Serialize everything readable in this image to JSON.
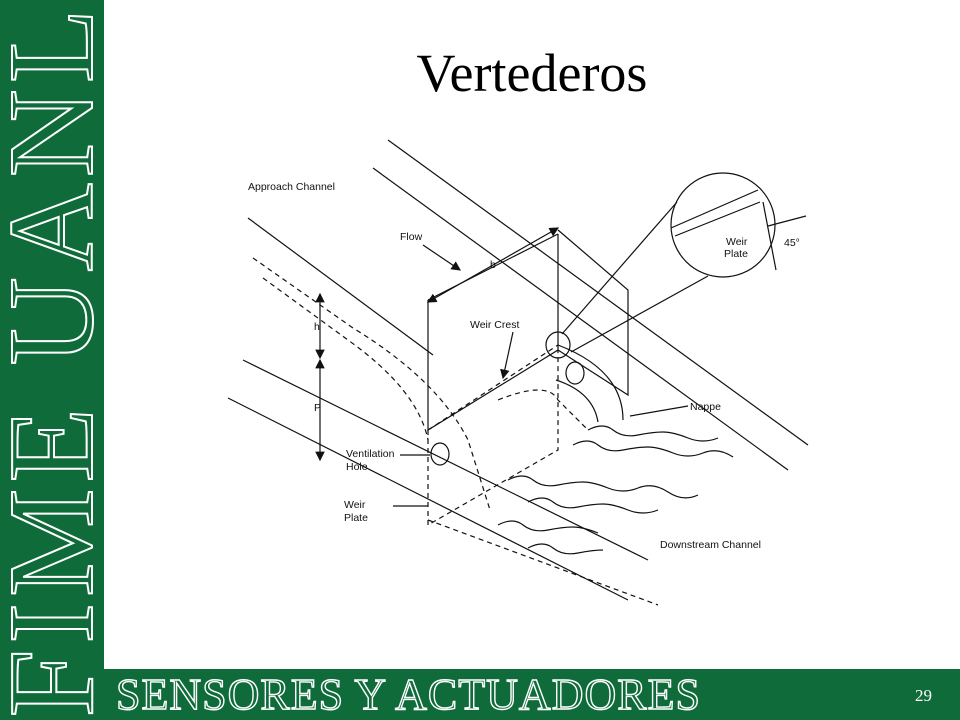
{
  "slide": {
    "title": "Vertederos",
    "footer_title": "SENSORES Y ACTUADORES",
    "side_logo": "FIME UANL",
    "page_number": "29"
  },
  "colors": {
    "brand_green": "#0f6b3a",
    "text": "#000000"
  },
  "diagram": {
    "labels": {
      "approach_channel": "Approach Channel",
      "flow": "Flow",
      "b": "b",
      "weir_crest": "Weir Crest",
      "weir_plate_detail_line1": "Weir",
      "weir_plate_detail_line2": "Plate",
      "angle": "45°",
      "h": "h",
      "p": "P",
      "nappe": "Nappe",
      "ventilation_hole_line1": "Ventilation",
      "ventilation_hole_line2": "Hole",
      "weir_plate_line1": "Weir",
      "weir_plate_line2": "Plate",
      "downstream_channel": "Downstream Channel"
    }
  }
}
